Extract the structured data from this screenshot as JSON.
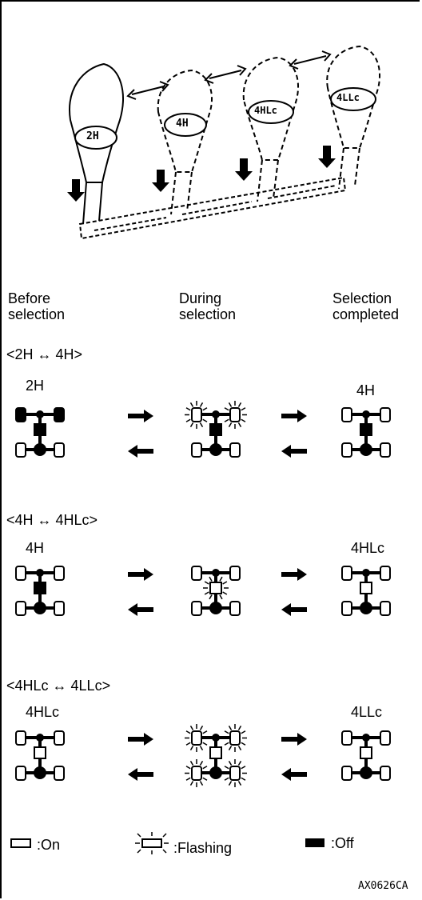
{
  "shifter": {
    "positions": [
      "2H",
      "4H",
      "4HLc",
      "4LLc"
    ]
  },
  "headers": {
    "before": "Before\nselection",
    "during": "During\nselection",
    "completed": "Selection\ncompleted"
  },
  "sections": [
    {
      "title": "<2H ↔ 4H>",
      "left_label": "2H",
      "right_label": "4H",
      "left": {
        "fl": "off",
        "fr": "off",
        "fa": "off",
        "fc": "off",
        "ra": "off",
        "rl": "on",
        "rr": "on"
      },
      "middle": {
        "fl": "flash",
        "fr": "flash",
        "fa": "off",
        "fc": "off",
        "ra": "off",
        "rl": "on",
        "rr": "on"
      },
      "right": {
        "fl": "on",
        "fr": "on",
        "fa": "off",
        "fc": "off",
        "ra": "off",
        "rl": "on",
        "rr": "on"
      }
    },
    {
      "title": "<4H ↔ 4HLc>",
      "left_label": "4H",
      "right_label": "4HLc",
      "left": {
        "fl": "on",
        "fr": "on",
        "fa": "off",
        "fc": "off",
        "ra": "off",
        "rl": "on",
        "rr": "on"
      },
      "middle": {
        "fl": "on",
        "fr": "on",
        "fa": "off",
        "fc": "flash",
        "ra": "off",
        "rl": "on",
        "rr": "on"
      },
      "right": {
        "fl": "on",
        "fr": "on",
        "fa": "off",
        "fc": "on",
        "ra": "off",
        "rl": "on",
        "rr": "on"
      }
    },
    {
      "title": "<4HLc ↔ 4LLc>",
      "left_label": "4HLc",
      "right_label": "4LLc",
      "left": {
        "fl": "on",
        "fr": "on",
        "fa": "off",
        "fc": "on",
        "ra": "off",
        "rl": "on",
        "rr": "on"
      },
      "middle": {
        "fl": "flash",
        "fr": "flash",
        "fa": "off",
        "fc": "on",
        "ra": "off",
        "rl": "flash",
        "rr": "flash"
      },
      "right": {
        "fl": "on",
        "fr": "on",
        "fa": "off",
        "fc": "on",
        "ra": "off",
        "rl": "on",
        "rr": "on"
      }
    }
  ],
  "legend": {
    "on": ":On",
    "flashing": ":Flashing",
    "off": ":Off"
  },
  "figure_code": "AX0626CA"
}
